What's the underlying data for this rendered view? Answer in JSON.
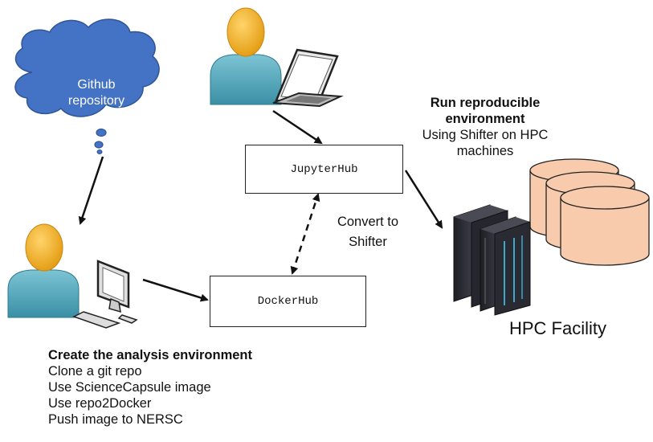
{
  "cloud": {
    "line1": "Github",
    "line2": "repository"
  },
  "boxes": {
    "jupyterhub": "JupyterHub",
    "dockerhub": "DockerHub"
  },
  "convert": {
    "line1": "Convert to",
    "line2": "Shifter"
  },
  "run": {
    "title1": "Run reproducible",
    "title2": "environment",
    "line1": "Using Shifter on HPC",
    "line2": "machines"
  },
  "hpc_label": "HPC Facility",
  "create": {
    "title": "Create the analysis environment",
    "steps": [
      "Clone a git repo",
      "Use ScienceCapsule image",
      "Use repo2Docker",
      "Push image to NERSC"
    ]
  },
  "colors": {
    "cloud": "#4472c4",
    "cloud_stroke": "#2f5597",
    "person_head": "#f5b324",
    "person_body": "#4aa3b8",
    "disk": "#f8cbad",
    "server": "#2b2b33"
  }
}
